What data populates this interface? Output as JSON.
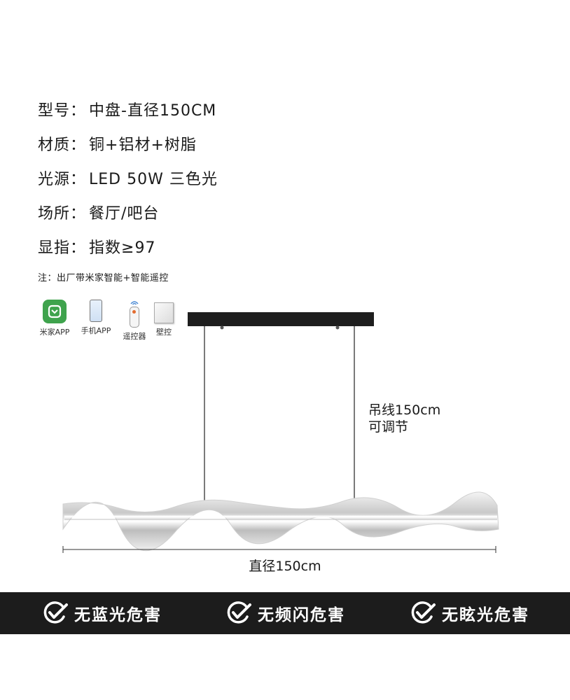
{
  "specs": [
    {
      "label": "型号：",
      "value": "中盘-直径150CM"
    },
    {
      "label": "材质：",
      "value": "铜+铝材+树脂"
    },
    {
      "label": "光源：",
      "value": "LED 50W 三色光"
    },
    {
      "label": "场所：",
      "value": "餐厅/吧台"
    },
    {
      "label": "显指：",
      "value": "指数≥97"
    }
  ],
  "note": "注：出厂带米家智能+智能遥控",
  "controls": [
    {
      "label": "米家APP",
      "icon": "mijia-app-icon"
    },
    {
      "label": "手机APP",
      "icon": "phone-app-icon"
    },
    {
      "label": "遥控器",
      "icon": "remote-control-icon"
    },
    {
      "label": "壁控",
      "icon": "wall-switch-icon"
    }
  ],
  "dimensions": {
    "drop_line_1": "吊线150cm",
    "drop_line_2": "可调节",
    "diameter": "直径150cm"
  },
  "badges": [
    {
      "text": "无蓝光危害"
    },
    {
      "text": "无频闪危害"
    },
    {
      "text": "无眩光危害"
    }
  ],
  "colors": {
    "footer_bg": "#1c1c1c",
    "canopy": "#1e1e1e",
    "mijia_green": "#3fa34d"
  }
}
